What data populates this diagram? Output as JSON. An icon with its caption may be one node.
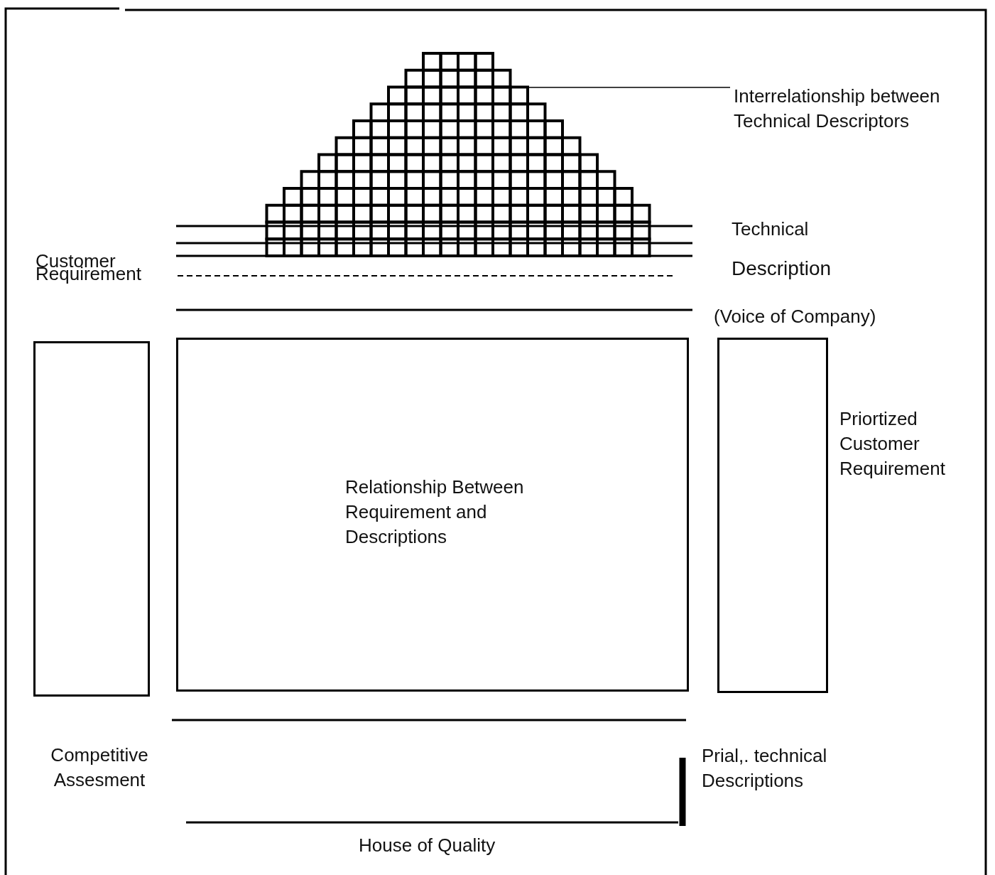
{
  "diagram": {
    "caption": "House of Quality",
    "nodes": [
      {
        "text": [],
        "shape": "grid"
      },
      {
        "text": [
          "Interrelationship between Technical Descriptors"
        ]
      },
      {
        "text": [],
        "shape": "box",
        "beside": [
          "Competitive Assesment"
        ]
      },
      {
        "text": [
          "Relationship Between Requirement and Descriptions"
        ]
      },
      {
        "text": [],
        "shape": "box",
        "beside": [
          "Priortized Customer Requirement"
        ]
      }
    ],
    "edges": [
      {
        "from": 1,
        "to": 0,
        "arrow": "none"
      }
    ],
    "labels": [
      "Technical",
      "Customer Requirement",
      "Description",
      "(Voice of Company)",
      "Prial,. technical Descriptions"
    ]
  }
}
